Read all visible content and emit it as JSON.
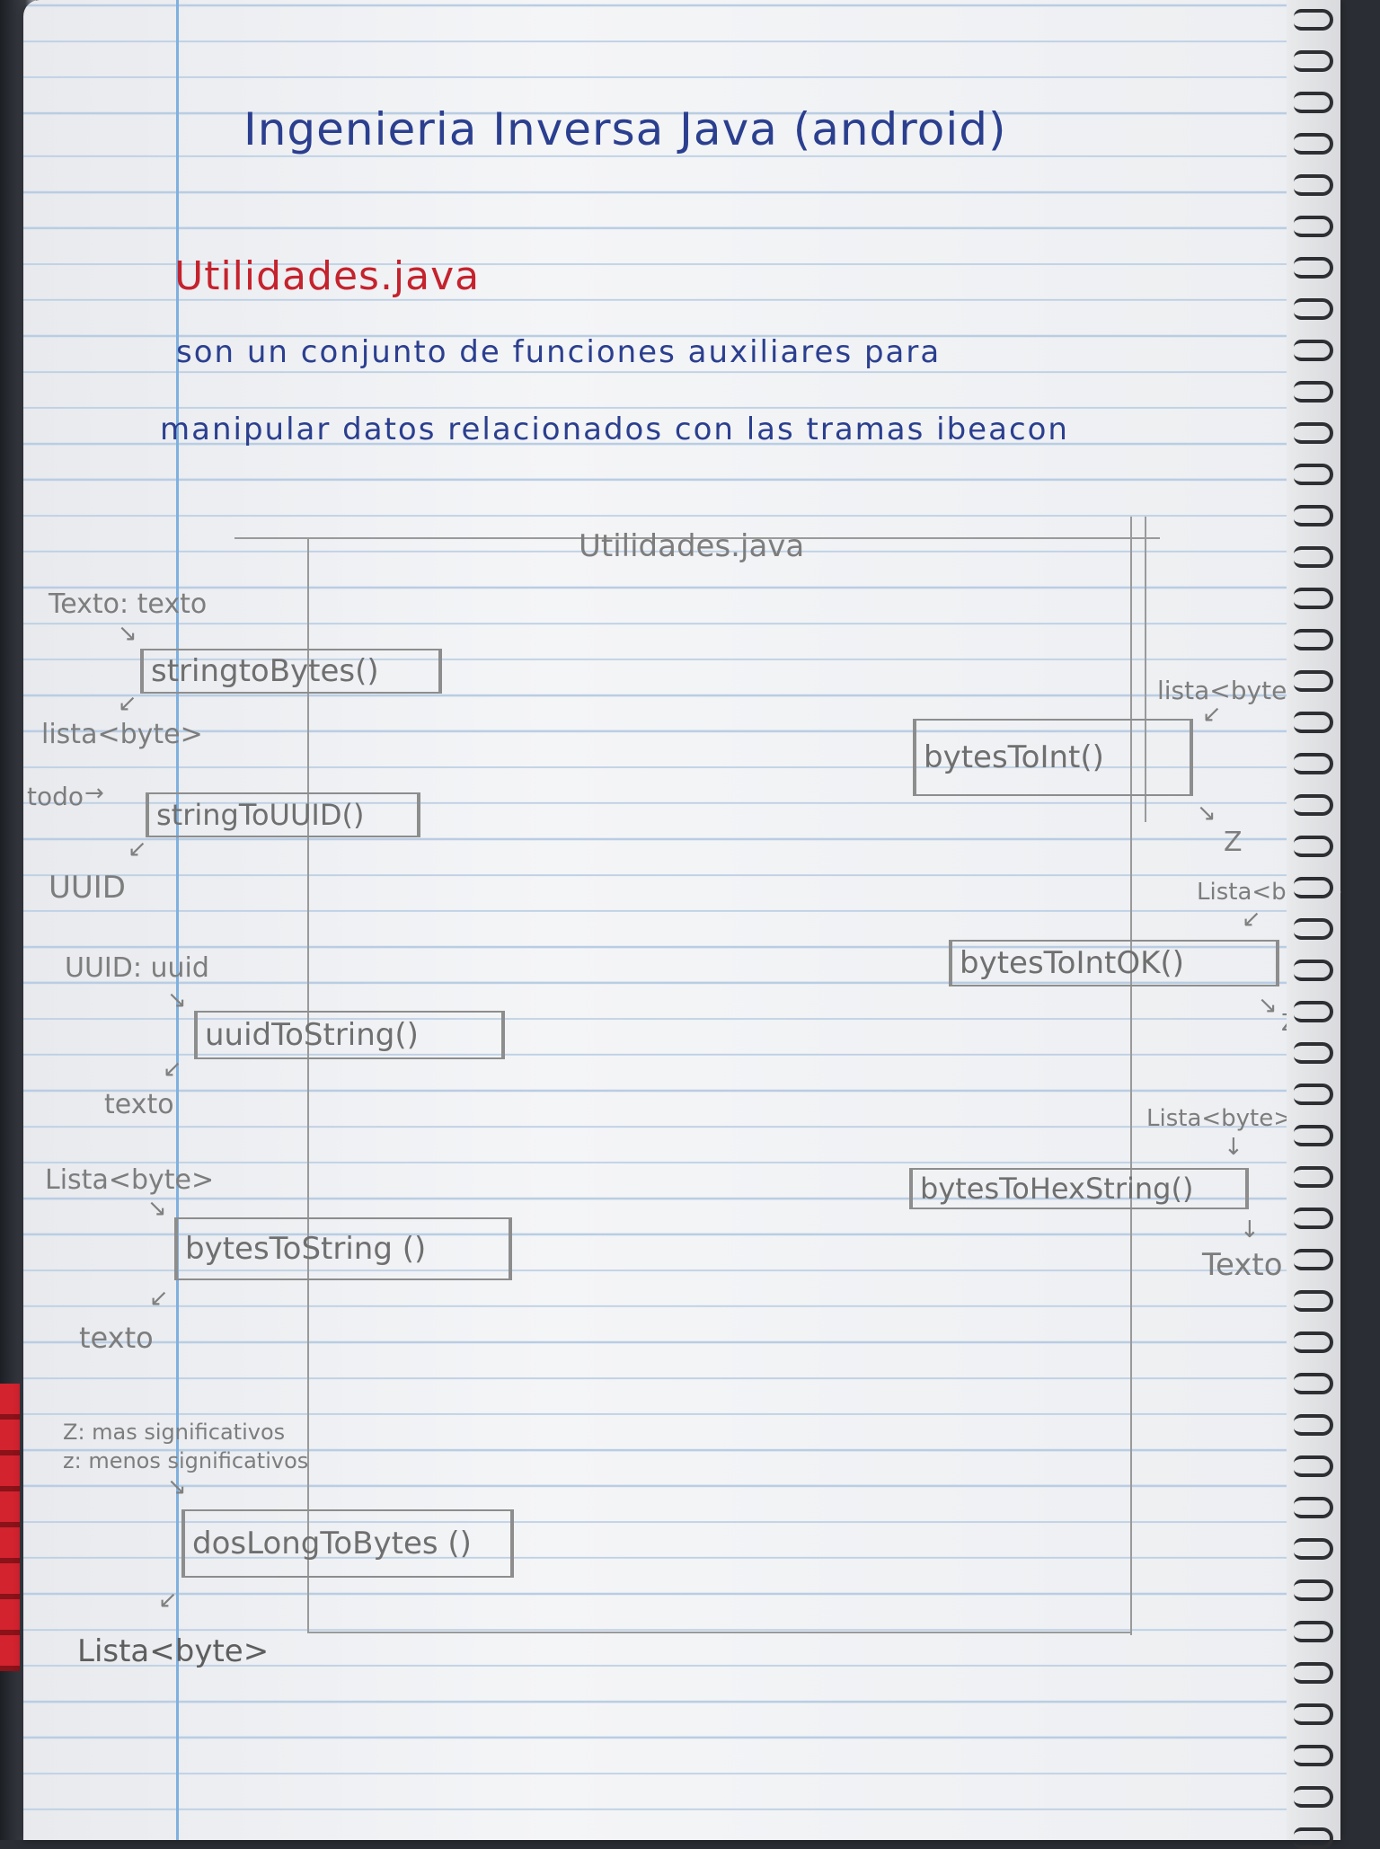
{
  "header": {
    "title": "Ingenieria Inversa Java (android)",
    "subtitle": "Utilidades.java",
    "desc_line1": "son un conjunto de funciones auxiliares para",
    "desc_line2": "manipular datos relacionados con las tramas ibeacon"
  },
  "diagram": {
    "frame_title": "Utilidades.java",
    "left": {
      "stringToBytes": {
        "input": "Texto: texto",
        "box": "stringtoBytes()",
        "output": "lista<byte>"
      },
      "stringToUUID": {
        "input": "todo",
        "box": "stringToUUID()",
        "output": "UUID"
      },
      "uuidToString": {
        "input": "UUID: uuid",
        "box": "uuidToString()",
        "output": "texto"
      },
      "bytesToString": {
        "input": "Lista<byte>",
        "box": "bytesToString ()",
        "output": "texto"
      },
      "dosLongToBytes": {
        "input1": "Z: mas significativos",
        "input2": "z: menos significativos",
        "box": "dosLongToBytes ()",
        "output": "Lista<byte>"
      }
    },
    "right": {
      "bytesToInt": {
        "input": "lista<byte>",
        "box": "bytesToInt()",
        "output": "Z"
      },
      "bytesToIntOK": {
        "input": "Lista<byte>",
        "box": "bytesToIntOK()",
        "output": "Z"
      },
      "bytesToHexString": {
        "input": "Lista<byte>",
        "box": "bytesToHexString()",
        "output": "Texto"
      }
    }
  },
  "colors": {
    "ink_blue": "#2b3f8f",
    "ink_red": "#c4232d",
    "pencil": "#7d7d7d",
    "rule_line": "#b9cde3",
    "margin_line": "#7fb0de"
  }
}
